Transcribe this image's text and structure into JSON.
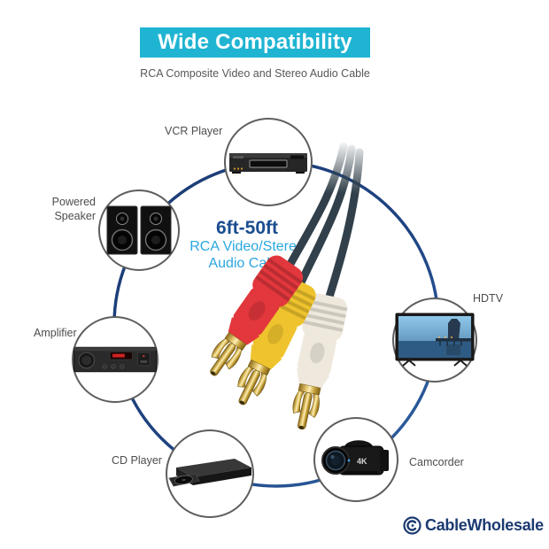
{
  "header": {
    "title": "Wide Compatibility",
    "subtitle": "RCA Composite Video and Stereo Audio Cable"
  },
  "center": {
    "heading": "6ft-50ft",
    "line1": "RCA Video/Stereo",
    "line2": "Audio Cable"
  },
  "devices": [
    {
      "id": "vcr-player",
      "label": "VCR Player"
    },
    {
      "id": "powered-speaker",
      "label_line1": "Powered",
      "label_line2": "Speaker"
    },
    {
      "id": "amplifier",
      "label": "Amplifier"
    },
    {
      "id": "cd-player",
      "label": "CD Player"
    },
    {
      "id": "camcorder",
      "label": "Camcorder",
      "badge": "4K"
    },
    {
      "id": "hdtv",
      "label": "HDTV"
    }
  ],
  "logo": {
    "text": "CableWholesale"
  },
  "colors": {
    "banner_cyan": "#1fb4d2",
    "heading_blue": "#1b4d90",
    "cyan_text": "#2aa7df",
    "ring_navy": "#1e4382",
    "label_gray": "#4d4d4d",
    "cable_dark": "#31404a",
    "connector_red": "#e2373c",
    "connector_yellow": "#eec32d",
    "connector_white": "#efe9dd",
    "gold": "#c9a23a",
    "logo_navy": "#1b3a70",
    "circle_border": "#5e5e5e"
  }
}
